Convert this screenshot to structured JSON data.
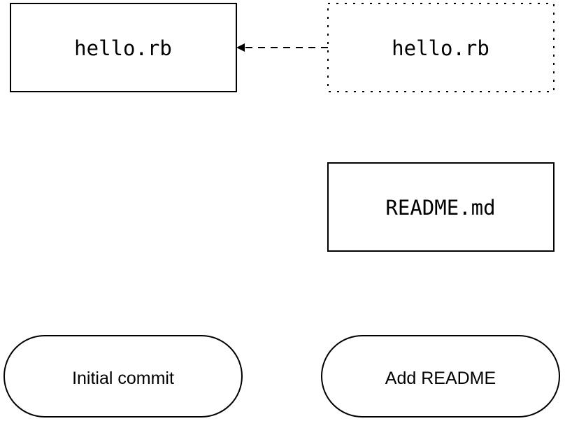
{
  "files": {
    "hello_rb_commit1": {
      "label": "hello.rb",
      "style": "solid"
    },
    "hello_rb_commit2": {
      "label": "hello.rb",
      "style": "dotted",
      "references": "hello_rb_commit1"
    },
    "readme_md": {
      "label": "README.md",
      "style": "solid"
    }
  },
  "commits": [
    {
      "label": "Initial commit"
    },
    {
      "label": "Add README"
    }
  ],
  "edges": [
    {
      "from": "hello_rb_commit2",
      "to": "hello_rb_commit1",
      "style": "dashed-arrow"
    }
  ],
  "colors": {
    "stroke": "#000000",
    "background": "#ffffff"
  }
}
